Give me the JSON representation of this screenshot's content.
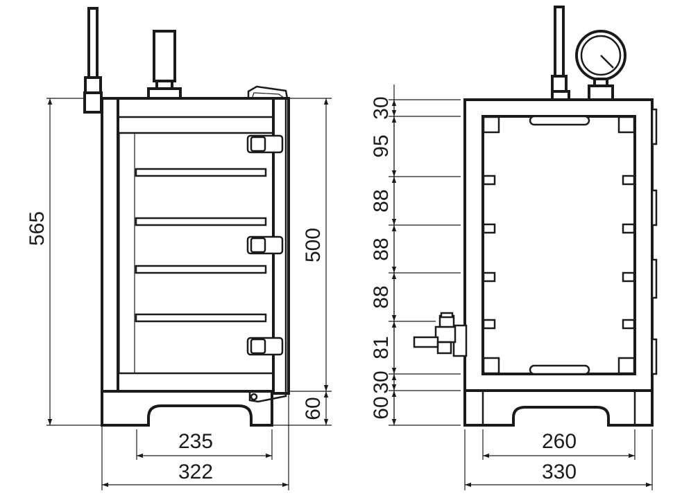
{
  "front_view": {
    "dims": {
      "overall_height": "565",
      "body_height": "500",
      "base_height": "60",
      "inner_width": "235",
      "outer_width": "322"
    }
  },
  "side_view": {
    "dims": {
      "top": "30",
      "seg1": "95",
      "seg2": "88",
      "seg3": "88",
      "seg4": "88",
      "seg5": "81",
      "seg6": "30",
      "seg7": "60",
      "inner_width": "260",
      "outer_width": "330"
    }
  }
}
